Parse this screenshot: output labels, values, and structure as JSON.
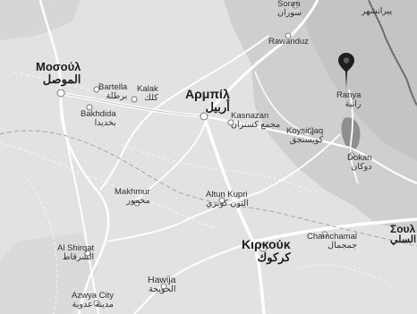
{
  "map": {
    "water_color": "#8f8f8f",
    "marker": {
      "icon": "map-pin-icon",
      "color": "#1e1e1e"
    },
    "places": [
      {
        "id": "soran",
        "latin": "Soran",
        "arabic": "سوران"
      },
      {
        "id": "topright",
        "latin": "",
        "arabic": "پیرانشهر"
      },
      {
        "id": "rawanduz",
        "latin": "Rawanduz",
        "arabic": ""
      },
      {
        "id": "mosul",
        "latin": "Μοσούλ",
        "arabic": "الموصل"
      },
      {
        "id": "bartella",
        "latin": "Bartella",
        "arabic": "برطلة"
      },
      {
        "id": "kalak",
        "latin": "Kalak",
        "arabic": "كلك"
      },
      {
        "id": "bakhdida",
        "latin": "Bakhdida",
        "arabic": "بخديدا"
      },
      {
        "id": "erbil",
        "latin": "Αρμπίλ",
        "arabic": "أربيل"
      },
      {
        "id": "kasnazan",
        "latin": "Kasnazan",
        "arabic": "مجمع كسنزان"
      },
      {
        "id": "koysinjaq",
        "latin": "Koysinjaq",
        "arabic": "كويسنجق"
      },
      {
        "id": "ranya",
        "latin": "Ranya",
        "arabic": "رانية"
      },
      {
        "id": "dokan",
        "latin": "Dokan",
        "arabic": "دوكان"
      },
      {
        "id": "makhmur",
        "latin": "Makhmur",
        "arabic": "مخمور"
      },
      {
        "id": "altunkupri",
        "latin": "Altun Kupri",
        "arabic": "التون كوبري"
      },
      {
        "id": "sulaymaniyah",
        "latin": "Σουλ",
        "arabic": "السلي"
      },
      {
        "id": "alshirqat",
        "latin": "Al Shirqat",
        "arabic": "الشرقاط"
      },
      {
        "id": "kirkuk",
        "latin": "Κιρκούκ",
        "arabic": "كركوك"
      },
      {
        "id": "chamchamal",
        "latin": "Chamchamal",
        "arabic": "جمجمال"
      },
      {
        "id": "hawija",
        "latin": "Hawija",
        "arabic": "الحويجة"
      },
      {
        "id": "azwya",
        "latin": "Azwya City",
        "arabic": "مدينة عدوية"
      }
    ]
  }
}
